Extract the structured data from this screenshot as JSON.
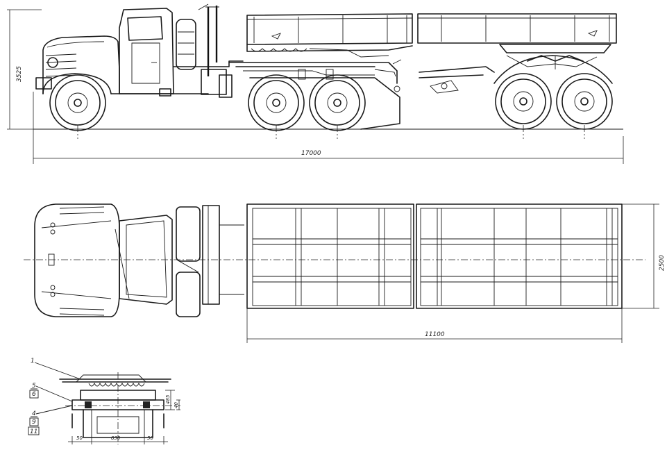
{
  "dimensions": {
    "overall_length": "17000",
    "height": "3525",
    "body_length": "11100",
    "body_width": "2500",
    "coupling_height": "485",
    "coupling_offset": "40",
    "coupling_left": "50",
    "coupling_center": "830",
    "coupling_right": "50"
  },
  "callouts": {
    "c1": "1",
    "c5": "5",
    "c6": "6",
    "c4": "4",
    "c9": "9",
    "c11": "11"
  }
}
